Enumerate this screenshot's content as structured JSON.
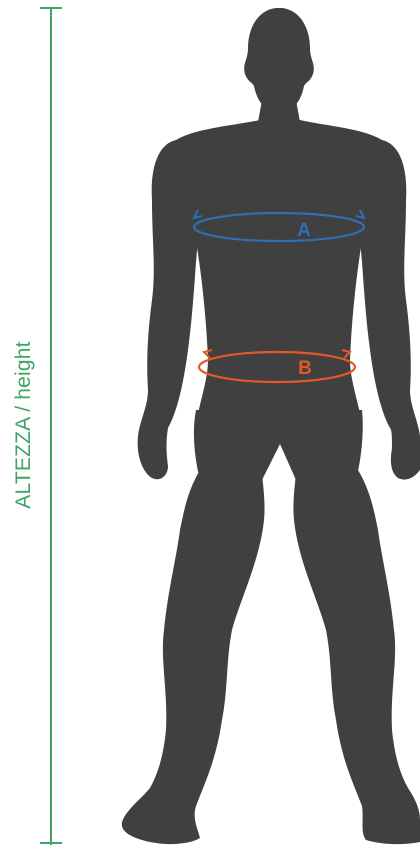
{
  "height_label": "ALTEZZA / height",
  "measurement_a": {
    "label": "A",
    "color": "#2f6fb3"
  },
  "measurement_b": {
    "label": "B",
    "color": "#e2582a"
  },
  "colors": {
    "silhouette": "#404040",
    "height_line": "#3fa565",
    "background": "#ffffff"
  }
}
